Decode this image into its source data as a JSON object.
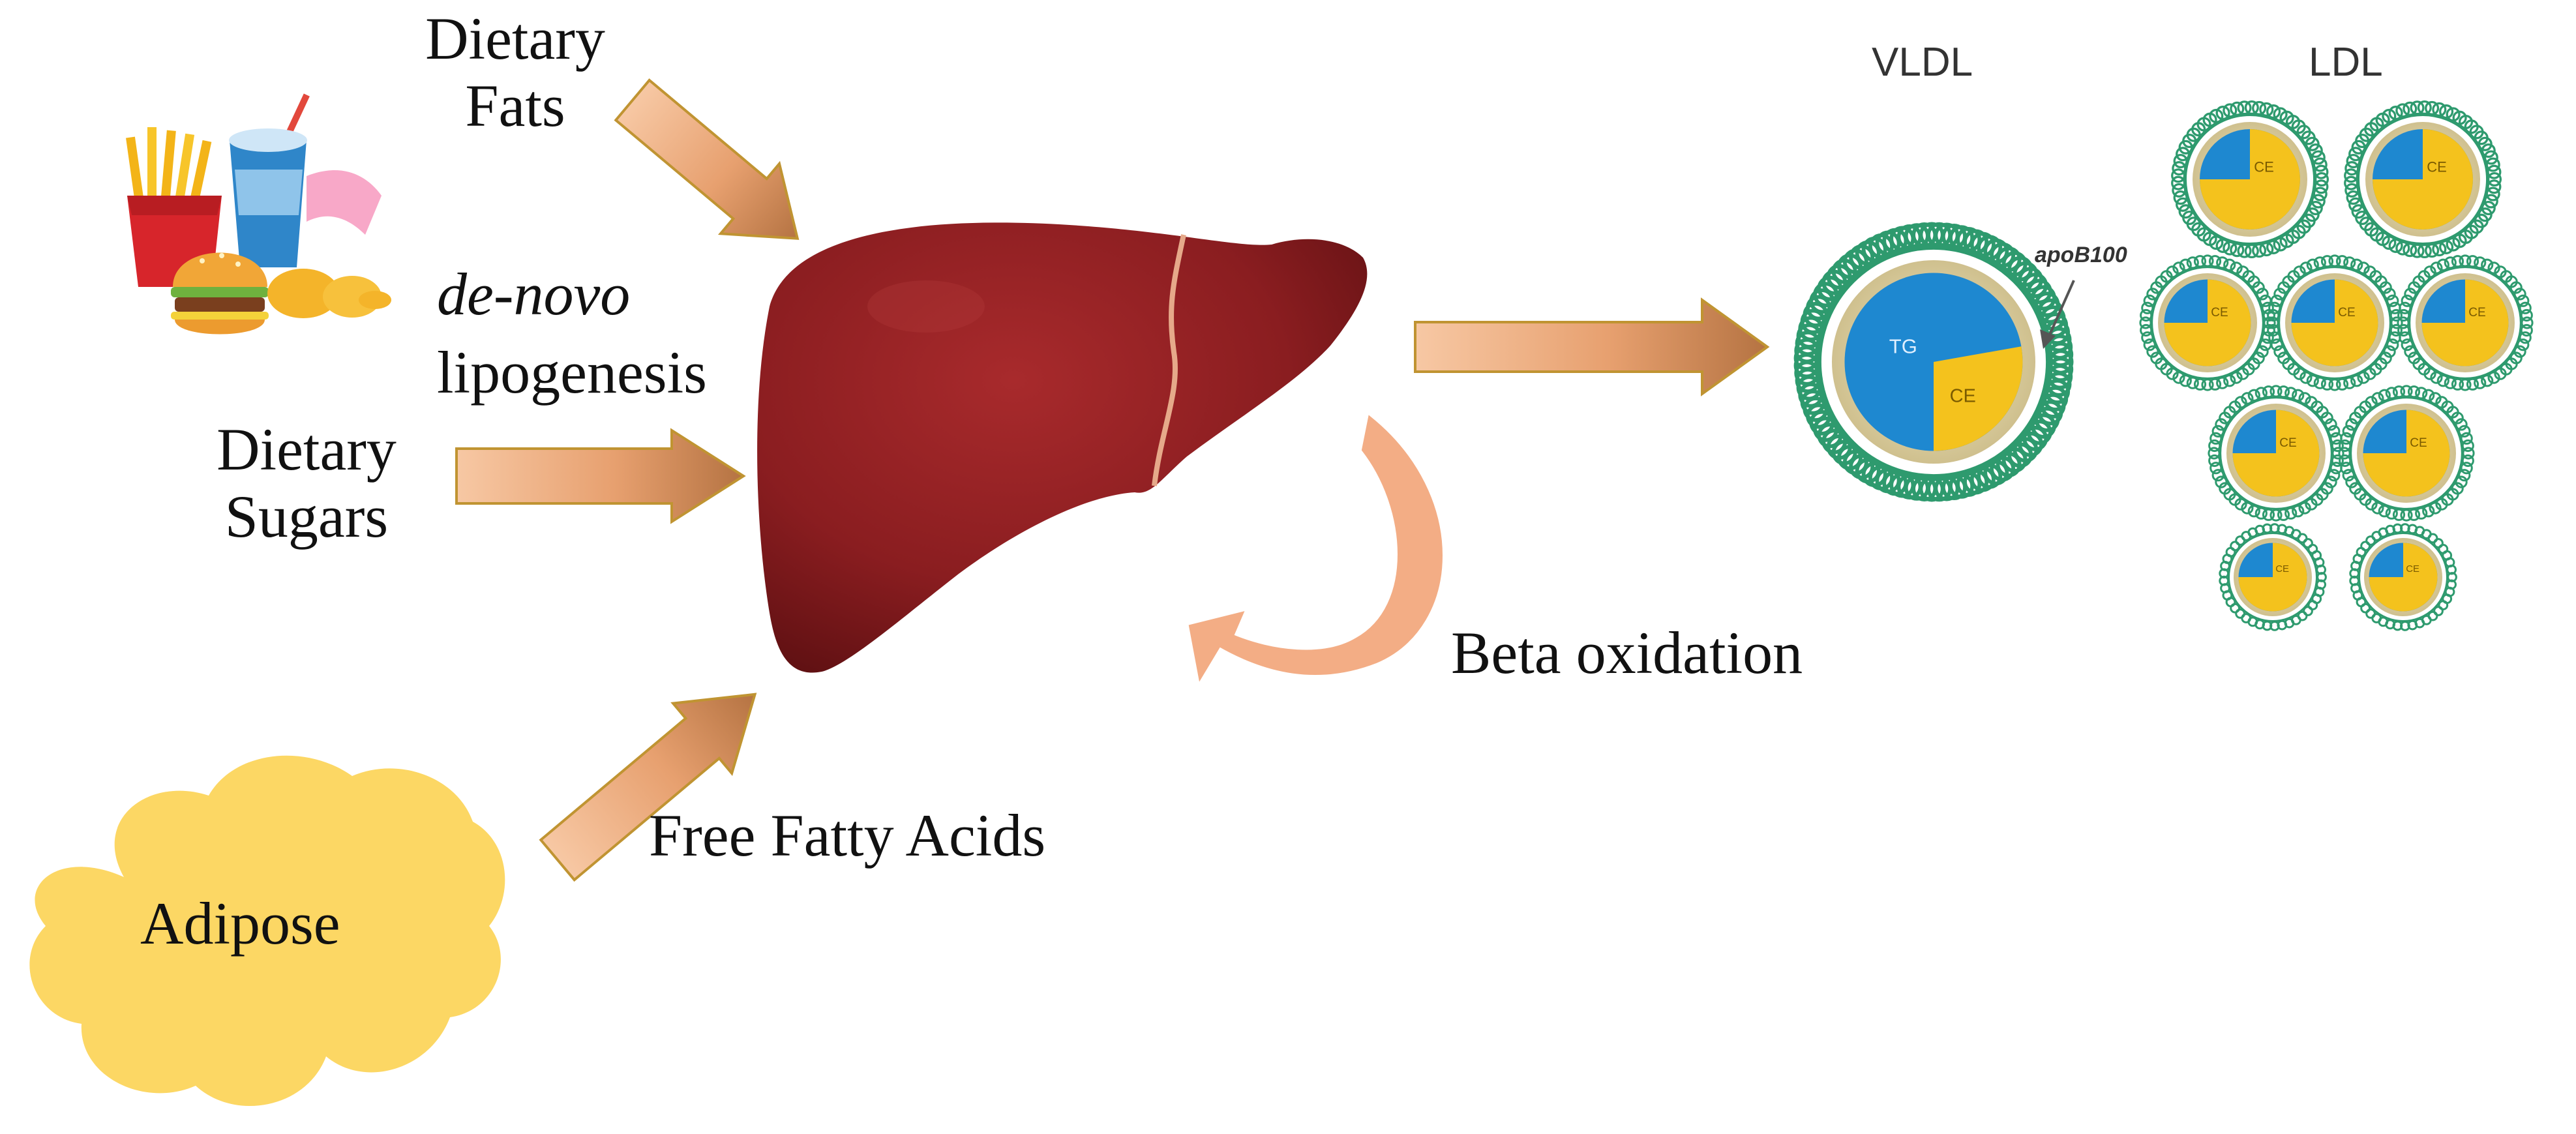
{
  "inputs": {
    "dietary_fats_line1": "Dietary",
    "dietary_fats_line2": "Fats",
    "de_novo": "de-novo",
    "lipogenesis": "lipogenesis",
    "dietary_sugars_line1": "Dietary",
    "dietary_sugars_line2": "Sugars",
    "adipose": "Adipose",
    "free_fatty_acids": "Free Fatty Acids"
  },
  "liver": {
    "beta_oxidation": "Beta oxidation"
  },
  "lipoproteins": {
    "vldl_title": "VLDL",
    "ldl_title": "LDL",
    "apob_label": "apoB100",
    "tg_label": "TG",
    "ce_label": "CE"
  },
  "colors": {
    "liver": "#8e1f22",
    "arrow_fill": "#e9a274",
    "arrow_stroke": "#b98b2a",
    "adipose": "#fcd764",
    "particle_shell": "#2e9a6e",
    "tg_blue": "#1e88d0",
    "ce_yellow": "#f4c21d"
  }
}
